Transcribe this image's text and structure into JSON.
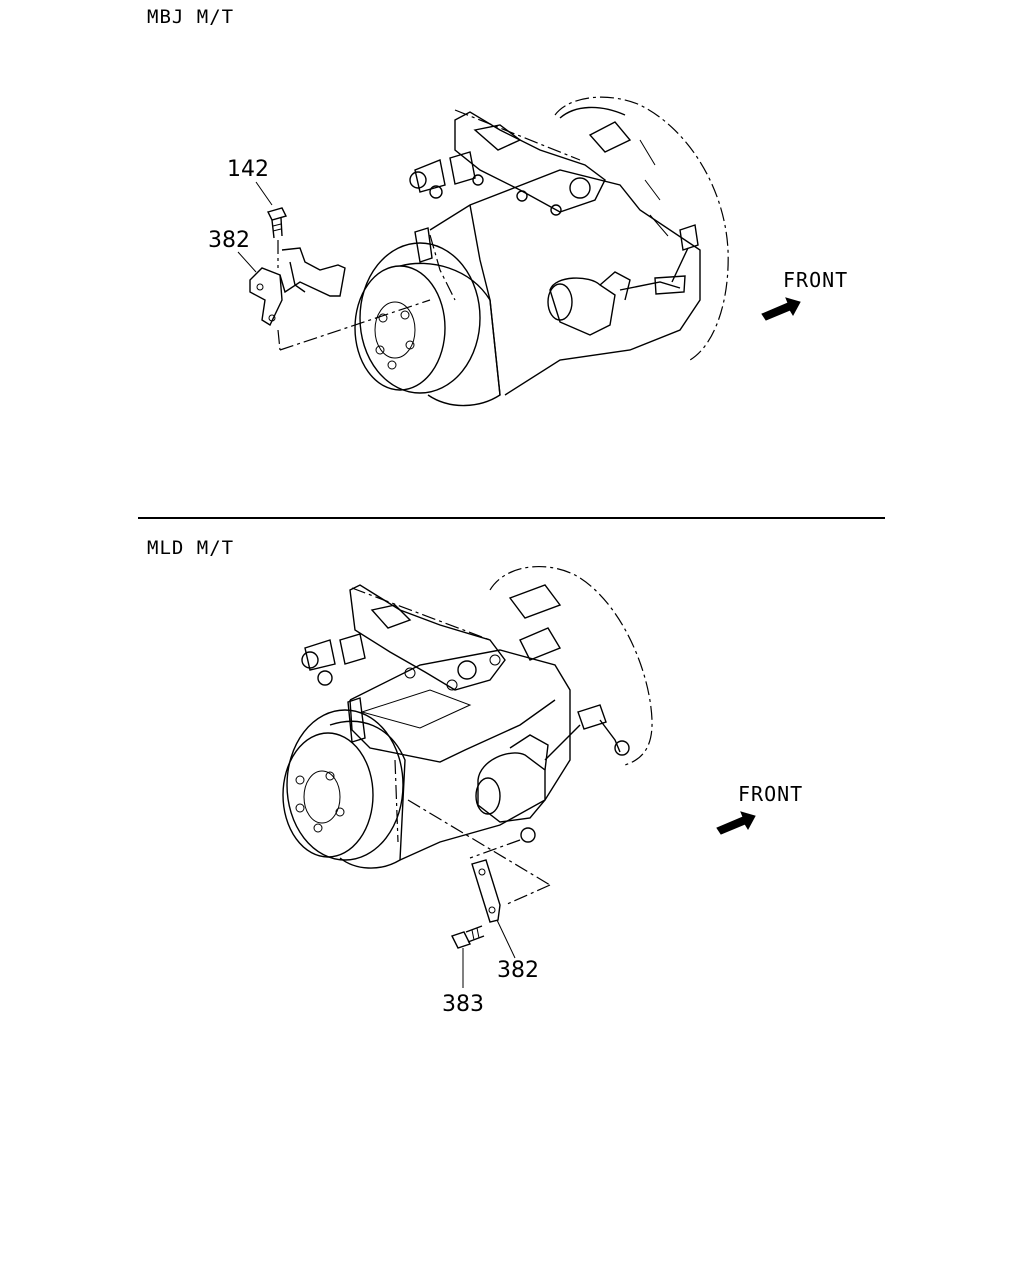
{
  "upper": {
    "title": "MBJ M/T",
    "front_label": "FRONT",
    "callouts": {
      "bolt": "142",
      "bracket": "382"
    }
  },
  "lower": {
    "title": "MLD M/T",
    "front_label": "FRONT",
    "callouts": {
      "bracket": "382",
      "bolt": "383"
    }
  }
}
